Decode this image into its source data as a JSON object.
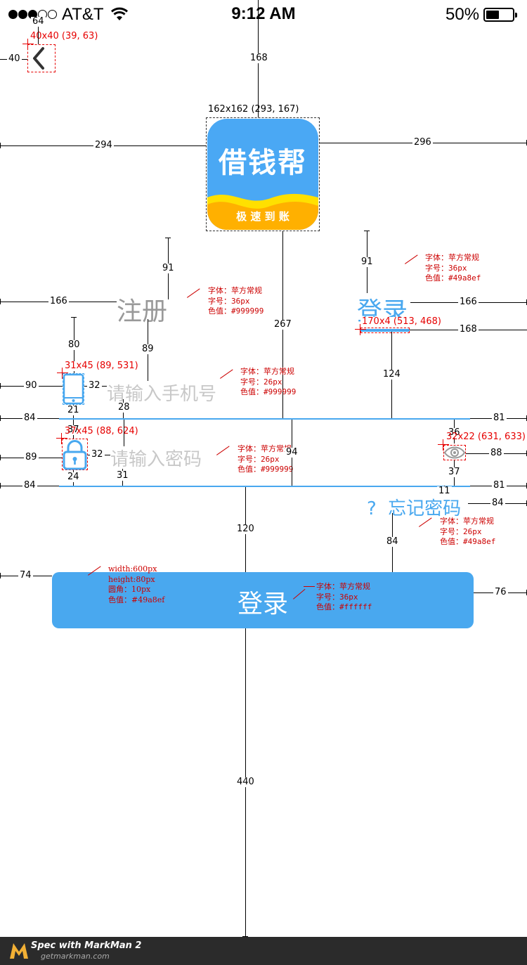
{
  "status_bar": {
    "carrier": "AT&T",
    "time": "9:12 AM",
    "battery": "50%"
  },
  "app_icon": {
    "title": "借钱帮",
    "subtitle": "极 速 到 账"
  },
  "tabs": {
    "register": "注册",
    "login": "登录"
  },
  "phone_field": {
    "placeholder": "请输入手机号"
  },
  "password_field": {
    "placeholder": "请输入密码"
  },
  "forgot": {
    "q": "?",
    "label": "忘记密码"
  },
  "login_button": {
    "label": "登录"
  },
  "dimensions": {
    "back": "40x40 (39, 63)",
    "icon": "162x162 (293, 167)",
    "underline": "170x4 (513, 468)",
    "phone_icon": "31x45 (89, 531)",
    "lock_icon": "37x45 (88, 624)",
    "eye_icon": "32x22 (631, 633)"
  },
  "measures": {
    "m64": "64",
    "m40": "40",
    "m168a": "168",
    "m294": "294",
    "m296": "296",
    "m91a": "91",
    "m91b": "91",
    "m166a": "166",
    "m166b": "166",
    "m168b": "168",
    "m267": "267",
    "m80": "80",
    "m89a": "89",
    "m90": "90",
    "m32a": "32",
    "m21": "21",
    "m28": "28",
    "m124": "124",
    "m84a": "84",
    "m81a": "81",
    "m37a": "37",
    "m36": "36",
    "m89b": "89",
    "m32b": "32",
    "m94": "94",
    "m88": "88",
    "m37b": "37",
    "m24": "24",
    "m31": "31",
    "m84b": "84",
    "m11": "11",
    "m81b": "81",
    "m84c": "84",
    "m120": "120",
    "m84d": "84",
    "m74": "74",
    "m76": "76",
    "m440": "440"
  },
  "notes": {
    "register": [
      "字体：苹方常规",
      "字号：36px",
      "色值：#999999"
    ],
    "login": [
      "字体：苹方常规",
      "字号：36px",
      "色值：#49a8ef"
    ],
    "phone": [
      "字体：苹方常规",
      "字号：26px",
      "色值：#999999"
    ],
    "password": [
      "字体：苹方常规",
      "字号：26px",
      "色值：#999999"
    ],
    "forgot": [
      "字体：苹方常规",
      "字号：26px",
      "色值：#49a8ef"
    ],
    "button_text": [
      "字体：苹方常规",
      "字号：36px",
      "色值：#ffffff"
    ],
    "button_box": [
      "width:600px",
      "height:80px",
      "圆角：10px",
      "色值：#49a8ef"
    ]
  },
  "footer": {
    "brand": "Spec with MarkMan 2",
    "url": "getmarkman.com"
  },
  "colors": {
    "accent": "#49a8ef",
    "gray_text": "#999999",
    "annotation_red": "#e60000",
    "icon_yellow": "#ffcc00",
    "footer_bg": "#2b2b2b"
  },
  "icons": [
    "signal-dots",
    "wifi-icon",
    "battery-icon",
    "back-chevron-icon",
    "phone-icon",
    "lock-icon",
    "eye-icon",
    "markman-logo-icon"
  ]
}
